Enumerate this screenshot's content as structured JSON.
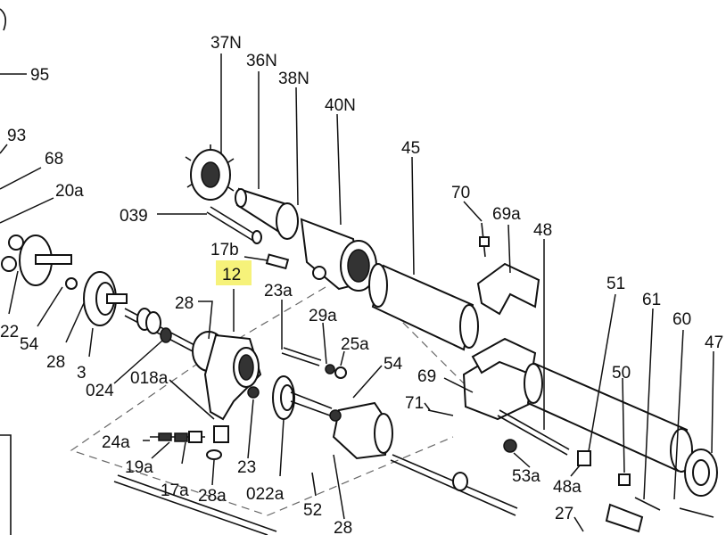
{
  "diagram": {
    "highlight_color": "#f6f27a",
    "labels": [
      {
        "id": "95",
        "text": "95"
      },
      {
        "id": "93",
        "text": "93"
      },
      {
        "id": "68",
        "text": "68"
      },
      {
        "id": "20a",
        "text": "20a"
      },
      {
        "id": "22",
        "text": "22"
      },
      {
        "id": "54l",
        "text": "54"
      },
      {
        "id": "28l",
        "text": "28"
      },
      {
        "id": "3",
        "text": "3"
      },
      {
        "id": "024",
        "text": "024"
      },
      {
        "id": "018a",
        "text": "018a"
      },
      {
        "id": "28m",
        "text": "28"
      },
      {
        "id": "12",
        "text": "12"
      },
      {
        "id": "17b",
        "text": "17b"
      },
      {
        "id": "039",
        "text": "039"
      },
      {
        "id": "37N",
        "text": "37N"
      },
      {
        "id": "36N",
        "text": "36N"
      },
      {
        "id": "38N",
        "text": "38N"
      },
      {
        "id": "40N",
        "text": "40N"
      },
      {
        "id": "45",
        "text": "45"
      },
      {
        "id": "70",
        "text": "70"
      },
      {
        "id": "69a",
        "text": "69a"
      },
      {
        "id": "48",
        "text": "48"
      },
      {
        "id": "51",
        "text": "51"
      },
      {
        "id": "61",
        "text": "61"
      },
      {
        "id": "60",
        "text": "60"
      },
      {
        "id": "47",
        "text": "47"
      },
      {
        "id": "23a",
        "text": "23a"
      },
      {
        "id": "29a",
        "text": "29a"
      },
      {
        "id": "25a",
        "text": "25a"
      },
      {
        "id": "54m",
        "text": "54"
      },
      {
        "id": "69",
        "text": "69"
      },
      {
        "id": "71",
        "text": "71"
      },
      {
        "id": "50",
        "text": "50"
      },
      {
        "id": "24a",
        "text": "24a"
      },
      {
        "id": "19a",
        "text": "19a"
      },
      {
        "id": "17a",
        "text": "17a"
      },
      {
        "id": "28a",
        "text": "28a"
      },
      {
        "id": "23",
        "text": "23"
      },
      {
        "id": "022a",
        "text": "022a"
      },
      {
        "id": "52",
        "text": "52"
      },
      {
        "id": "28b",
        "text": "28"
      },
      {
        "id": "53a",
        "text": "53a"
      },
      {
        "id": "48a",
        "text": "48a"
      },
      {
        "id": "27",
        "text": "27"
      }
    ]
  }
}
